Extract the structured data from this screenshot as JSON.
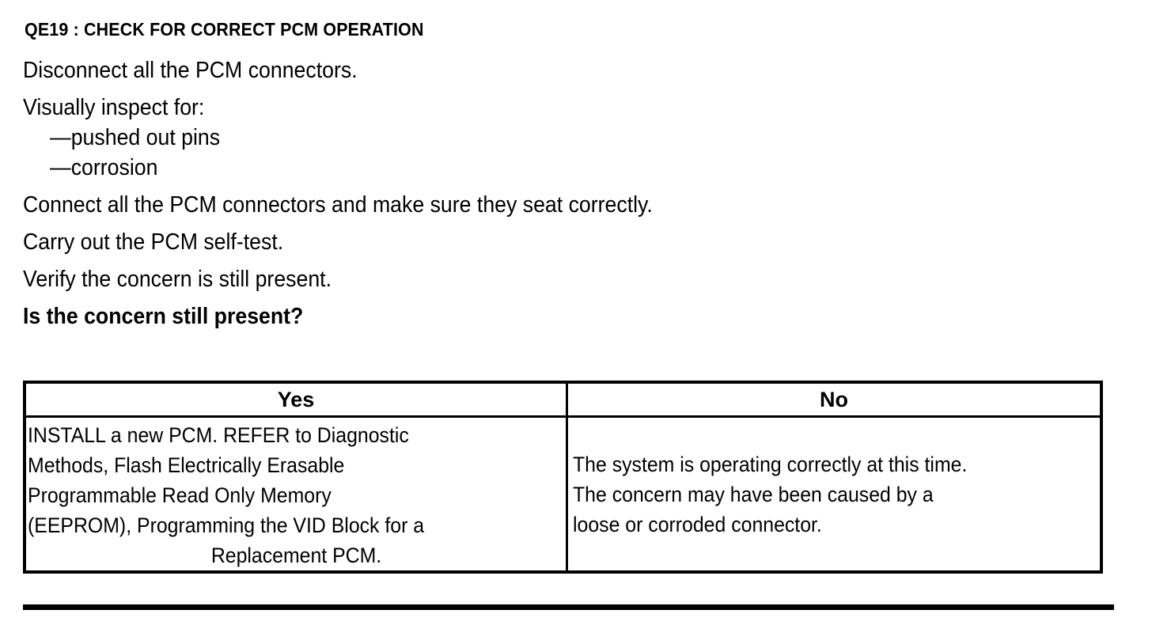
{
  "document": {
    "title": "QE19 : CHECK FOR CORRECT PCM OPERATION",
    "steps": [
      "Disconnect all the PCM connectors.",
      "Visually inspect for:",
      "—pushed out pins",
      "—corrosion",
      "Connect all the PCM connectors and make sure they seat correctly.",
      "Carry out the PCM self-test.",
      "Verify the concern is still present.",
      "Is the concern still present?"
    ],
    "question": "Is the concern still present?"
  },
  "decision_table": {
    "headers": {
      "yes": "Yes",
      "no": "No"
    },
    "yes_cell": {
      "text": "INSTALL a new PCM. REFER to Diagnostic Methods, Flash Electrically Erasable Programmable Read Only Memory (EEPROM), Programming the VID Block for a Replacement PCM.",
      "lines": [
        "INSTALL a new PCM. REFER to Diagnostic",
        "Methods, Flash Electrically Erasable",
        "Programmable Read Only Memory",
        "(EEPROM), Programming the VID Block for a",
        "Replacement PCM."
      ]
    },
    "no_cell": {
      "text": "The system is operating correctly at this time. The concern may have been caused by a loose or corroded connector.",
      "lines": [
        "The system is operating correctly at this time.",
        "The concern may have been caused by a",
        "loose or corroded connector."
      ]
    }
  },
  "colors": {
    "text": "#000000",
    "background": "#ffffff",
    "rule": "#000000"
  }
}
